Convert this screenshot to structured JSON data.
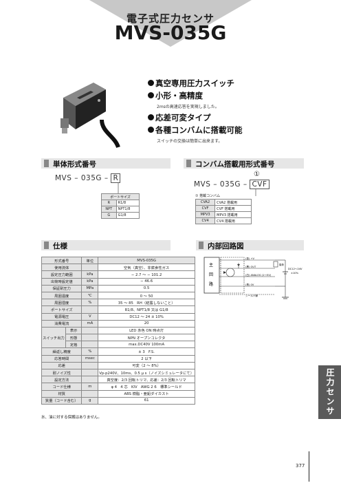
{
  "header": {
    "subtitle": "電子式圧力センサ",
    "title": "MVS-035G"
  },
  "features": [
    {
      "text": "真空専用圧力スイッチ"
    },
    {
      "text": "小形・高精度",
      "note": "2msの高速応答を実現しました。"
    },
    {
      "text": "応差可変タイプ"
    },
    {
      "text": "各種コンバムに搭載可能",
      "note": "スイッチの交換は簡単に出来ます。"
    }
  ],
  "single_model": {
    "heading": "単体形式番号",
    "model_prefix": "MVS – 035G –",
    "model_box": "R",
    "port_header": "ポートサイズ",
    "ports": [
      {
        "code": "R",
        "size": "R1/8"
      },
      {
        "code": "NPT",
        "size": "NPT1/8"
      },
      {
        "code": "G",
        "size": "G1/8"
      }
    ]
  },
  "convum_model": {
    "heading": "コンバム搭載用形式番号",
    "circle_mark": "①",
    "model_prefix": "MVS – 035G –",
    "model_box": "CVF",
    "list_header": "① 搭載コンバム",
    "items": [
      {
        "code": "CVA2",
        "name": "CVA2 搭載用"
      },
      {
        "code": "CVF",
        "name": "CVF 搭載用"
      },
      {
        "code": "MPV3",
        "name": "MPV3 搭載用"
      },
      {
        "code": "CV4",
        "name": "CV4 搭載用"
      }
    ]
  },
  "spec": {
    "heading": "仕様",
    "rows": [
      {
        "item": "形式番号",
        "unit": "単位",
        "value": "MVS-035G"
      },
      {
        "item": "使用流体",
        "unit": "",
        "value": "空気（真空）、非腐食性ガス"
      },
      {
        "item": "設定圧力範囲",
        "unit": "kPa",
        "value": "− 2.7 〜 − 101.2"
      },
      {
        "item": "出荷時設定値",
        "unit": "kPa",
        "value": "− 46.6"
      },
      {
        "item": "保証耐圧力",
        "unit": "MPa",
        "value": "0.5"
      },
      {
        "item": "周囲温度",
        "unit": "℃",
        "value": "0 〜 50"
      },
      {
        "item": "周囲湿度",
        "unit": "%",
        "value": "35 〜 85　RH（結露しないこと）"
      },
      {
        "item": "ポートサイズ",
        "unit": "",
        "value": "R1/8、NPT1/8 又は G1/8"
      },
      {
        "item": "電源電圧",
        "unit": "V",
        "value": "DC12 〜 24 ± 10%"
      },
      {
        "item": "消費電流",
        "unit": "mA",
        "value": "20"
      }
    ],
    "switch_output": {
      "label": "スイッチ出力",
      "sub": [
        {
          "name": "表示",
          "value": "LED 赤色 ON 時点灯"
        },
        {
          "name": "形態",
          "value": "NPN オープンコレクタ"
        },
        {
          "name": "定格",
          "value": "max.DC40V 100mA"
        }
      ]
    },
    "rows2": [
      {
        "item": "繰返し精度",
        "unit": "%",
        "value": "± 3　F.S."
      },
      {
        "item": "応答時間",
        "unit": "msec",
        "value": "2 以下"
      },
      {
        "item": "応差",
        "unit": "",
        "value": "可変（2 〜 8%）"
      },
      {
        "item": "耐ノイズ性",
        "unit": "",
        "value": "Vp-p240V、10ms、0.5 μ s（ノイズシミュレータにて）"
      },
      {
        "item": "設定方法",
        "unit": "",
        "value": "真空度：2/3 回転トリマ、応差：2/3 回転トリマ"
      },
      {
        "item": "コード仕様",
        "unit": "m",
        "value": "φ 4　4 芯　KIV　AWG 2 6　標準シールド"
      },
      {
        "item": "材質",
        "unit": "",
        "value": "ABS 樹脂・亜鉛ダイカスト"
      },
      {
        "item": "質量（コード含む）",
        "unit": "g",
        "value": "61"
      }
    ],
    "note": "水、油に対する保護はありません。"
  },
  "circuit": {
    "heading": "内部回路図",
    "main_circuit": [
      "主",
      "回",
      "路"
    ],
    "wire_brown": "(茶) +V",
    "wire_black": "(黒) OUT",
    "wire_white": "(白) ANALOG  (1〜5V)",
    "wire_blue": "(青) 0V",
    "shield": "シールド線",
    "supply_label": "DC12〜24V",
    "supply_tol": "±10%",
    "load_label": "負荷"
  },
  "side_tab": "圧力センサ",
  "page_number": "377",
  "colors": {
    "section_bg": "#e6e6e6",
    "table_header_bg": "#e3e3e3",
    "tab_bg": "#5a5a5a",
    "triangle": "#c8c8c8"
  }
}
